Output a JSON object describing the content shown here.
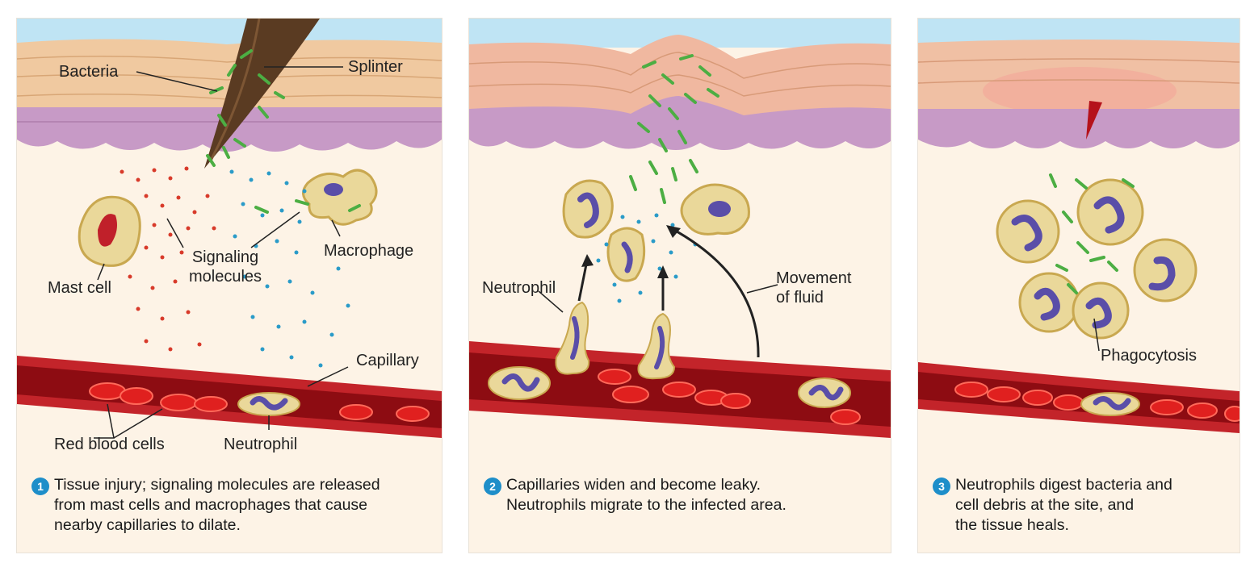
{
  "panels": [
    {
      "step": "1",
      "caption_lines": [
        "Tissue injury; signaling molecules are released",
        "from mast cells and macrophages that cause",
        "nearby capillaries to dilate."
      ],
      "labels": {
        "bacteria": "Bacteria",
        "splinter": "Splinter",
        "signaling_line1": "Signaling",
        "signaling_line2": "molecules",
        "macrophage": "Macrophage",
        "mast_cell": "Mast cell",
        "capillary": "Capillary",
        "red_blood_cells": "Red blood cells",
        "neutrophil": "Neutrophil"
      }
    },
    {
      "step": "2",
      "caption_lines": [
        "Capillaries widen and become leaky.",
        "Neutrophils migrate to the infected area."
      ],
      "labels": {
        "neutrophil": "Neutrophil",
        "movement_line1": "Movement",
        "movement_line2": "of fluid"
      }
    },
    {
      "step": "3",
      "caption_lines": [
        "Neutrophils digest bacteria and",
        "cell debris at the site, and",
        "the tissue heals."
      ],
      "labels": {
        "phagocytosis": "Phagocytosis"
      }
    }
  ],
  "colors": {
    "sky": "#bfe4f4",
    "epidermis": "#f0c9a0",
    "basal_layer": "#c79ac6",
    "dermis": "#fbe4c8",
    "vessel": "#b5121b",
    "blood": "#8d0c12",
    "rbc": "#e0201f",
    "cell_body": "#ead89a",
    "nucleus": "#5a4ea8",
    "bacteria": "#4cae43",
    "signal_red": "#d83a2a",
    "signal_blue": "#2a9bc8",
    "step_badge": "#1e8ec9"
  }
}
